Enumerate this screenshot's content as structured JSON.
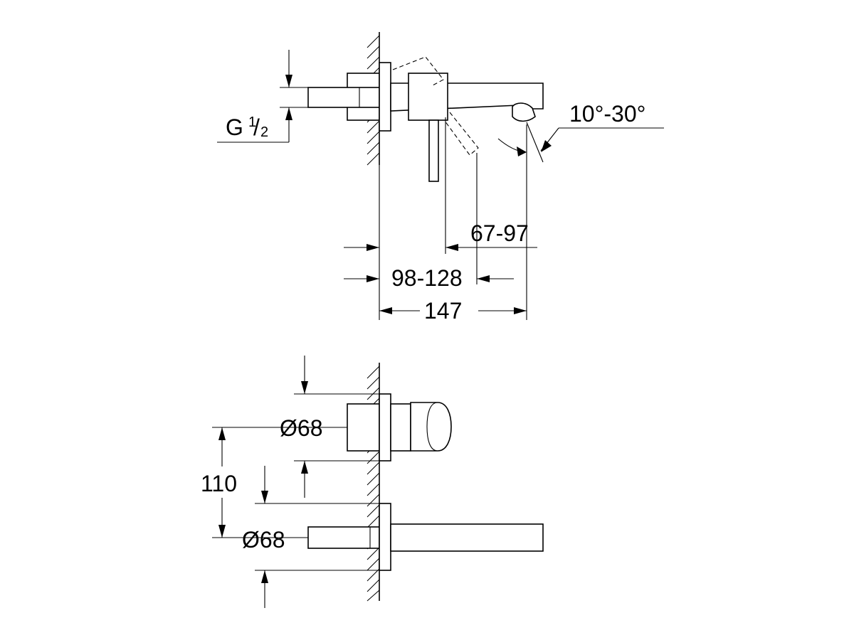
{
  "side_view": {
    "thread_label": {
      "main": "G",
      "num": "1",
      "slash": "/",
      "den": "2"
    },
    "angle_label": "10°-30°",
    "dim_spout_reach": "67-97",
    "dim_wall_to_lever": "98-128",
    "dim_total": "147"
  },
  "front_view": {
    "diameter_upper": "Ø68",
    "diameter_lower": "Ø68",
    "dim_spacing": "110"
  }
}
